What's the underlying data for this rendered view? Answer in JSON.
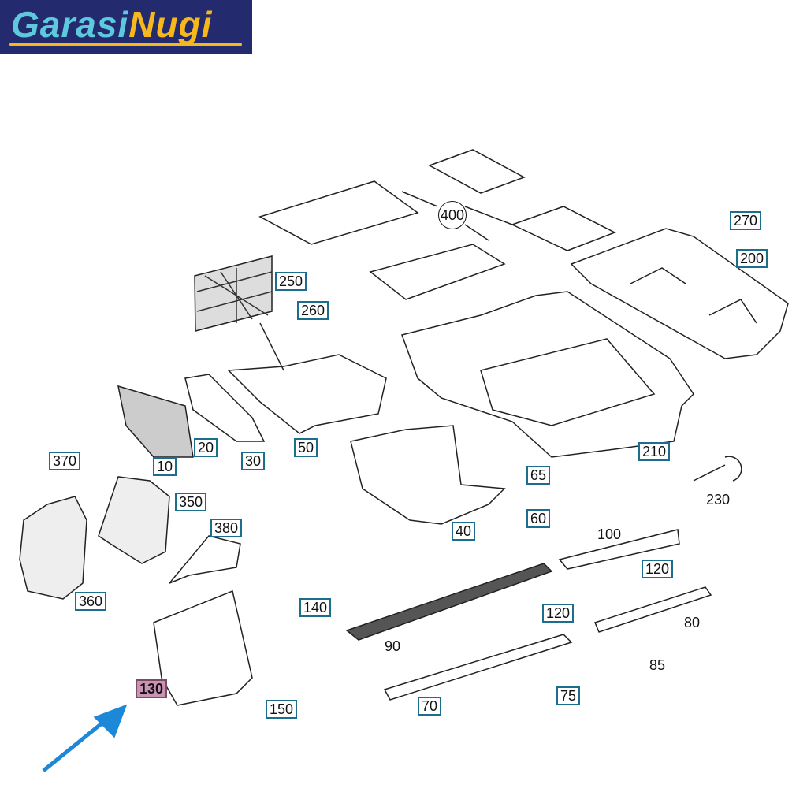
{
  "logo": {
    "part1": "Garasi",
    "part2": "Nugi"
  },
  "highlight_color": "#c994b4",
  "arrow_color": "#1e88d8",
  "labels": {
    "p400": "400",
    "p270": "270",
    "p200": "200",
    "p250": "250",
    "p260": "260",
    "p10": "10",
    "p20": "20",
    "p30": "30",
    "p50": "50",
    "p210": "210",
    "p65": "65",
    "p40": "40",
    "p60": "60",
    "p230": "230",
    "p370": "370",
    "p350": "350",
    "p380": "380",
    "p360": "360",
    "p100": "100",
    "p120a": "120",
    "p120b": "120",
    "p140": "140",
    "p80": "80",
    "p90": "90",
    "p85": "85",
    "p130": "130",
    "p150": "150",
    "p75": "75",
    "p70": "70"
  },
  "highlighted_part": "130"
}
